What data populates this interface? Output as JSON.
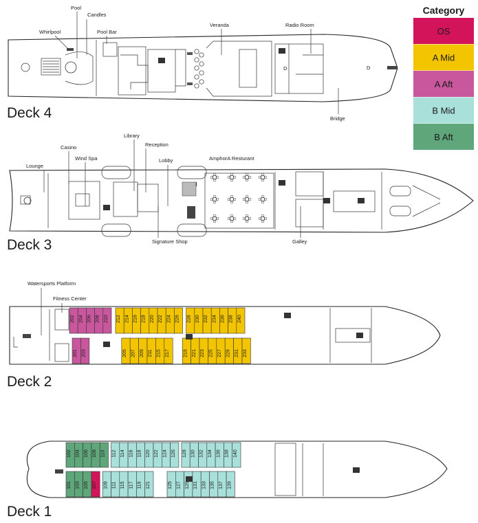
{
  "legend": {
    "title": "Category",
    "items": [
      {
        "label": "OS",
        "color": "#d4145a"
      },
      {
        "label": "A Mid",
        "color": "#f2c500"
      },
      {
        "label": "A Aft",
        "color": "#c9579e"
      },
      {
        "label": "B Mid",
        "color": "#a9e0da"
      },
      {
        "label": "B Aft",
        "color": "#5fa67a"
      }
    ]
  },
  "decks": {
    "deck4": {
      "title": "Deck 4",
      "labels": {
        "pool": "Pool",
        "candles": "Candles",
        "whirlpool": "Whirlpool",
        "pool_bar": "Pool Bar",
        "veranda": "Veranda",
        "radio_room": "Radio Room",
        "bridge": "Bridge"
      }
    },
    "deck3": {
      "title": "Deck 3",
      "labels": {
        "library": "Library",
        "casino": "Casino",
        "reception": "Reception",
        "wind_spa": "Wind Spa",
        "lobby": "Lobby",
        "lounge": "Lounge",
        "amphora": "AmphorA Resturant",
        "signature_shop": "Signature Shop",
        "galley": "Galley"
      }
    },
    "deck2": {
      "title": "Deck 2",
      "labels": {
        "watersports": "Watersports Platform",
        "fitness": "Fitness Center"
      },
      "cabins_top": [
        {
          "n": "202",
          "cat": "A Aft"
        },
        {
          "n": "204",
          "cat": "A Aft"
        },
        {
          "n": "206",
          "cat": "A Aft"
        },
        {
          "n": "208",
          "cat": "A Aft"
        },
        {
          "n": "210",
          "cat": "A Aft"
        },
        {
          "n": "212",
          "cat": "A Mid"
        },
        {
          "n": "214",
          "cat": "A Mid"
        },
        {
          "n": "216",
          "cat": "A Mid"
        },
        {
          "n": "218",
          "cat": "A Mid"
        },
        {
          "n": "220",
          "cat": "A Mid"
        },
        {
          "n": "222",
          "cat": "A Mid"
        },
        {
          "n": "224",
          "cat": "A Mid"
        },
        {
          "n": "226",
          "cat": "A Mid"
        },
        {
          "n": "228",
          "cat": "A Mid"
        },
        {
          "n": "230",
          "cat": "A Mid"
        },
        {
          "n": "232",
          "cat": "A Mid"
        },
        {
          "n": "234",
          "cat": "A Mid"
        },
        {
          "n": "236",
          "cat": "A Mid"
        },
        {
          "n": "238",
          "cat": "A Mid"
        },
        {
          "n": "240",
          "cat": "A Mid"
        }
      ],
      "cabins_bottom": [
        {
          "n": "201",
          "cat": "A Aft"
        },
        {
          "n": "203",
          "cat": "A Aft"
        },
        {
          "n": "205",
          "cat": "A Mid"
        },
        {
          "n": "207",
          "cat": "A Mid"
        },
        {
          "n": "209",
          "cat": "A Mid"
        },
        {
          "n": "211",
          "cat": "A Mid"
        },
        {
          "n": "215",
          "cat": "A Mid"
        },
        {
          "n": "217",
          "cat": "A Mid"
        },
        {
          "n": "219",
          "cat": "A Mid"
        },
        {
          "n": "221",
          "cat": "A Mid"
        },
        {
          "n": "223",
          "cat": "A Mid"
        },
        {
          "n": "225",
          "cat": "A Mid"
        },
        {
          "n": "227",
          "cat": "A Mid"
        },
        {
          "n": "229",
          "cat": "A Mid"
        },
        {
          "n": "231",
          "cat": "A Mid"
        },
        {
          "n": "233",
          "cat": "A Mid"
        }
      ]
    },
    "deck1": {
      "title": "Deck 1",
      "cabins_top": [
        {
          "n": "102",
          "cat": "B Aft"
        },
        {
          "n": "104",
          "cat": "B Aft"
        },
        {
          "n": "106",
          "cat": "B Aft"
        },
        {
          "n": "108",
          "cat": "B Aft"
        },
        {
          "n": "110",
          "cat": "B Aft"
        },
        {
          "n": "112",
          "cat": "B Mid"
        },
        {
          "n": "114",
          "cat": "B Mid"
        },
        {
          "n": "116",
          "cat": "B Mid"
        },
        {
          "n": "118",
          "cat": "B Mid"
        },
        {
          "n": "120",
          "cat": "B Mid"
        },
        {
          "n": "122",
          "cat": "B Mid"
        },
        {
          "n": "124",
          "cat": "B Mid"
        },
        {
          "n": "126",
          "cat": "B Mid"
        },
        {
          "n": "128",
          "cat": "B Mid"
        },
        {
          "n": "130",
          "cat": "B Mid"
        },
        {
          "n": "132",
          "cat": "B Mid"
        },
        {
          "n": "134",
          "cat": "B Mid"
        },
        {
          "n": "136",
          "cat": "B Mid"
        },
        {
          "n": "138",
          "cat": "B Mid"
        },
        {
          "n": "140",
          "cat": "B Mid"
        }
      ],
      "cabins_bottom": [
        {
          "n": "101",
          "cat": "B Aft"
        },
        {
          "n": "103",
          "cat": "B Aft"
        },
        {
          "n": "105",
          "cat": "B Aft"
        },
        {
          "n": "107",
          "cat": "OS"
        },
        {
          "n": "109",
          "cat": "B Mid"
        },
        {
          "n": "111",
          "cat": "B Mid"
        },
        {
          "n": "115",
          "cat": "B Mid"
        },
        {
          "n": "117",
          "cat": "B Mid"
        },
        {
          "n": "119",
          "cat": "B Mid"
        },
        {
          "n": "121",
          "cat": "B Mid"
        },
        {
          "n": "125",
          "cat": "B Mid"
        },
        {
          "n": "127",
          "cat": "B Mid"
        },
        {
          "n": "129",
          "cat": "B Mid"
        },
        {
          "n": "131",
          "cat": "B Mid"
        },
        {
          "n": "133",
          "cat": "B Mid"
        },
        {
          "n": "135",
          "cat": "B Mid"
        },
        {
          "n": "137",
          "cat": "B Mid"
        },
        {
          "n": "139",
          "cat": "B Mid"
        }
      ]
    }
  }
}
